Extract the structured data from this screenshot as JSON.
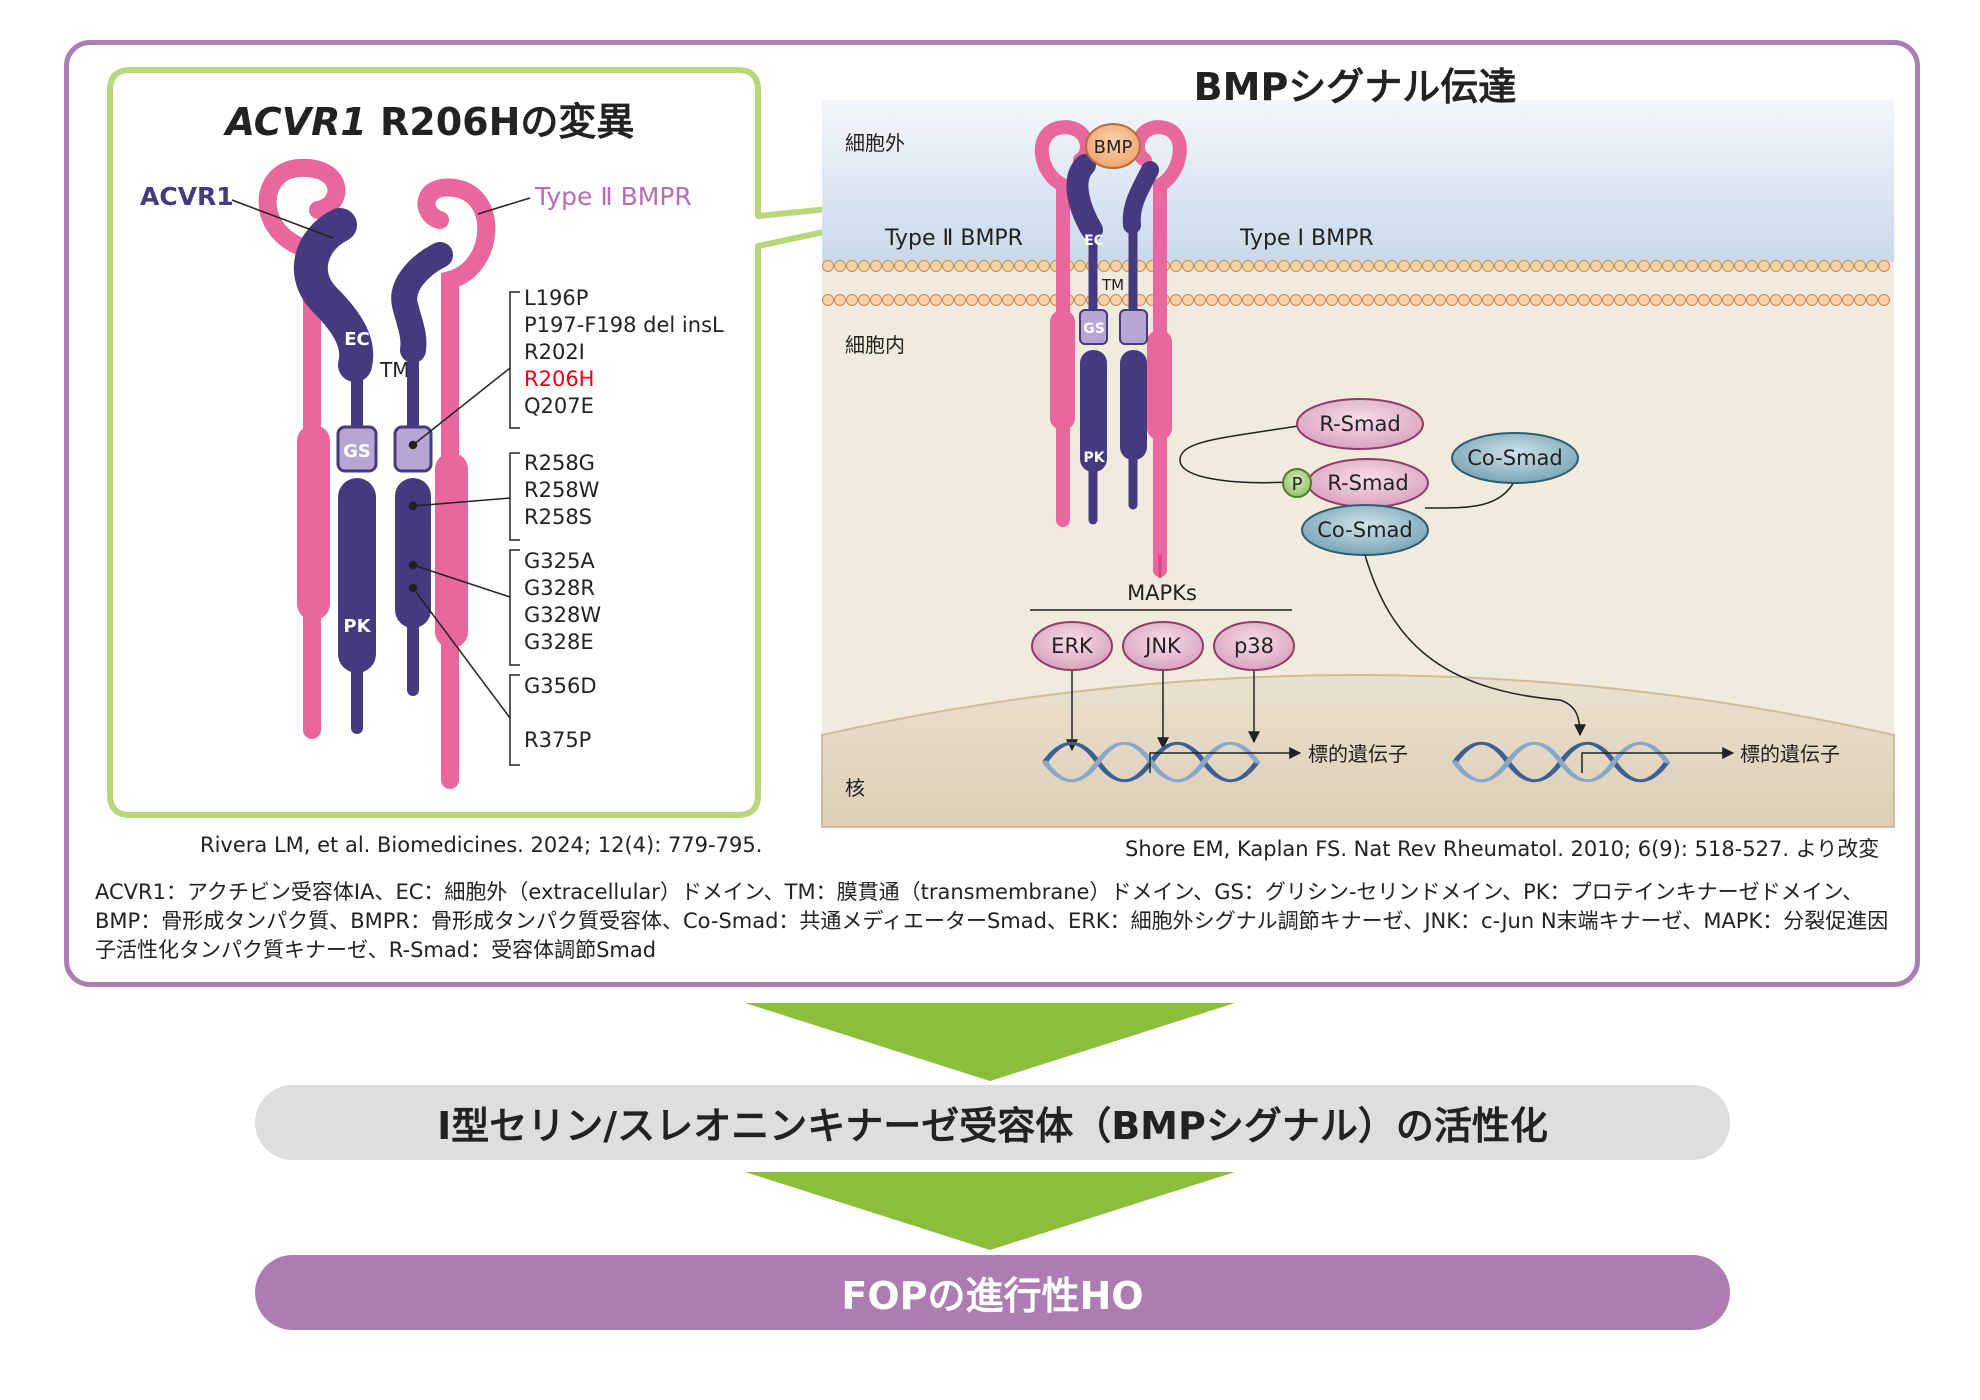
{
  "left_panel": {
    "title_italic": "ACVR1",
    "title_rest": " R206Hの変異",
    "acvr1_label": "ACVR1",
    "type2_label": "Type Ⅱ BMPR",
    "ec_label": "EC",
    "tm_label": "TM",
    "gs_label": "GS",
    "pk_label": "PK",
    "mutation_groups": [
      [
        "L196P",
        "P197-F198 del insL",
        "R202I",
        "R206H",
        "Q207E"
      ],
      [
        "R258G",
        "R258W",
        "R258S"
      ],
      [
        "G325A",
        "G328R",
        "G328W",
        "G328E"
      ],
      [
        "G356D",
        "R375P"
      ]
    ],
    "highlight_mutation": "R206H",
    "highlight_color": "#e60012"
  },
  "right_panel": {
    "title": "BMPシグナル伝達",
    "extracellular": "細胞外",
    "intracellular": "細胞内",
    "nucleus": "核",
    "bmp": "BMP",
    "type2_label": "Type Ⅱ BMPR",
    "type1_label": "Type Ⅰ BMPR",
    "ec_label": "EC",
    "tm_label": "TM",
    "gs_label": "GS",
    "pk_label": "PK",
    "r_smad": "R-Smad",
    "r_smad_p": "R-Smad",
    "p_label": "P",
    "co_smad": "Co-Smad",
    "co_smad_bound": "Co-Smad",
    "mapks": "MAPKs",
    "erk": "ERK",
    "jnk": "JNK",
    "p38": "p38",
    "target_gene_1": "標的遺伝子",
    "target_gene_2": "標的遺伝子"
  },
  "citations": {
    "left": "Rivera LM, et al. Biomedicines. 2024; 12(4): 779-795.",
    "right": "Shore EM, Kaplan FS. Nat Rev Rheumatol. 2010; 6(9): 518-527. より改変"
  },
  "abbreviations": "ACVR1：アクチビン受容体ⅠA、EC：細胞外（extracellular）ドメイン、TM：膜貫通（transmembrane）ドメイン、GS：グリシン-セリンドメイン、PK：プロテインキナーゼドメイン、BMP：骨形成タンパク質、BMPR：骨形成タンパク質受容体、Co-Smad：共通メディエーターSmad、ERK：細胞外シグナル調節キナーゼ、JNK：c-Jun N末端キナーゼ、MAPK：分裂促進因子活性化タンパク質キナーゼ、R-Smad：受容体調節Smad",
  "flow": {
    "step1": "Ⅰ型セリン/スレオニンキナーゼ受容体（BMPシグナル）の活性化",
    "step2": "FOPの進行性HO"
  },
  "colors": {
    "frame": "#a97eb3",
    "green_border": "#b9d67b",
    "pink": "#e8679e",
    "magenta": "#e0407f",
    "navy": "#463a7f",
    "gs_fill": "#b7a6d3",
    "arrow_green": "#8cbe3c",
    "flow_purple": "#ad7db2",
    "flow_gray": "#dedede"
  }
}
